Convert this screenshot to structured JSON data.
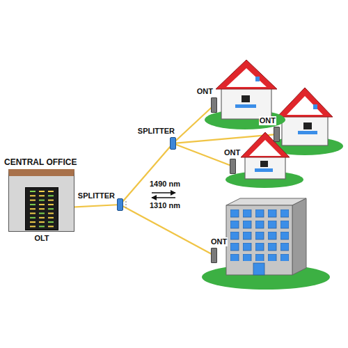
{
  "diagram": {
    "nodes": [
      {
        "text": [
          "CENTRAL OFFICE"
        ]
      },
      {
        "text": [
          "OLT"
        ],
        "in": 0
      },
      {
        "text": [
          "SPLITTER"
        ]
      },
      {
        "text": [
          "SPLITTER"
        ]
      },
      {
        "text": [
          "ONT"
        ]
      },
      {
        "text": [
          "ONT"
        ]
      },
      {
        "text": [
          "ONT"
        ]
      },
      {
        "text": [
          "ONT"
        ]
      }
    ],
    "edges": [
      {
        "from": 1,
        "to": 2,
        "arrow": "none"
      },
      {
        "from": 2,
        "to": 3,
        "arrow": "none"
      },
      {
        "from": 3,
        "to": 4,
        "arrow": "none"
      },
      {
        "from": 3,
        "to": 5,
        "arrow": "none"
      },
      {
        "from": 3,
        "to": 6,
        "arrow": "none"
      },
      {
        "from": 2,
        "to": 7,
        "arrow": "none"
      }
    ],
    "labels": [
      "1490 nm",
      "1310 nm"
    ]
  }
}
